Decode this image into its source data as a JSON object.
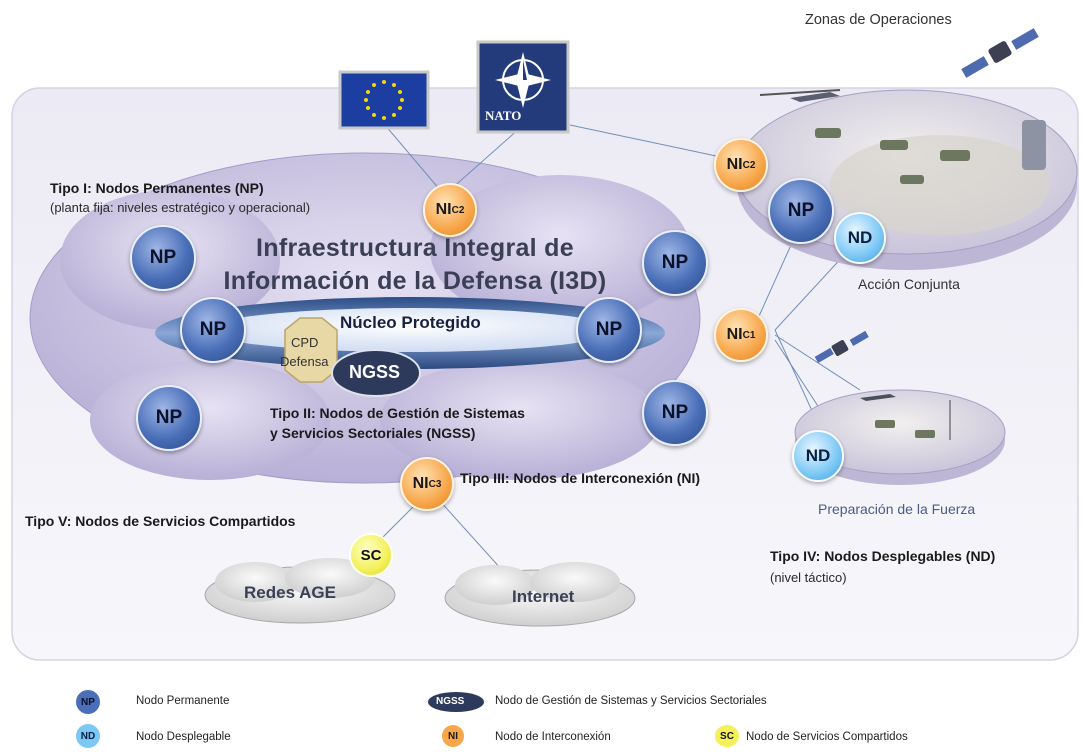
{
  "zones_title": "Zonas de Operaciones",
  "nato_label": "NATO",
  "tipo_i": {
    "title": "Tipo I: Nodos Permanentes (NP)",
    "subtitle": "(planta fija: niveles estratégico y operacional)"
  },
  "i3d_title_line1": "Infraestructura Integral de",
  "i3d_title_line2": "Información de la Defensa (I3D)",
  "core_title": "Núcleo Protegido",
  "cpd_line1": "CPD",
  "cpd_line2": "Defensa",
  "ngss_label": "NGSS",
  "tipo_ii_line1": "Tipo II: Nodos de Gestión de Sistemas",
  "tipo_ii_line2": "y Servicios Sectoriales (NGSS)",
  "tipo_iii": "Tipo III: Nodos de Interconexión (NI)",
  "tipo_v": "Tipo V: Nodos de Servicios Compartidos",
  "accion_conjunta": "Acción Conjunta",
  "preparacion": "Preparación de la Fuerza",
  "tipo_iv": {
    "title": "Tipo IV: Nodos Desplegables (ND)",
    "subtitle": "(nivel táctico)"
  },
  "clouds": {
    "redes_age": "Redes AGE",
    "internet": "Internet"
  },
  "nodes": {
    "np": "NP",
    "nd": "ND",
    "sc": "SC",
    "ni": "NI",
    "sub_c1": "C1",
    "sub_c2": "C2",
    "sub_c3": "C3"
  },
  "legend": {
    "np_icon": "NP",
    "np_text": "Nodo Permanente",
    "nd_icon": "ND",
    "nd_text": "Nodo Desplegable",
    "ngss_icon": "NGSS",
    "ngss_text": "Nodo de Gestión de Sistemas y Servicios Sectoriales",
    "ni_icon": "NI",
    "ni_text": "Nodo de Interconexión",
    "sc_icon": "SC",
    "sc_text": "Nodo de Servicios Compartidos"
  },
  "colors": {
    "np": "#4a6fb8",
    "nd": "#7cc8f5",
    "ni": "#f7a64a",
    "sc": "#f3f05a",
    "cloud": "#c9c3df"
  }
}
